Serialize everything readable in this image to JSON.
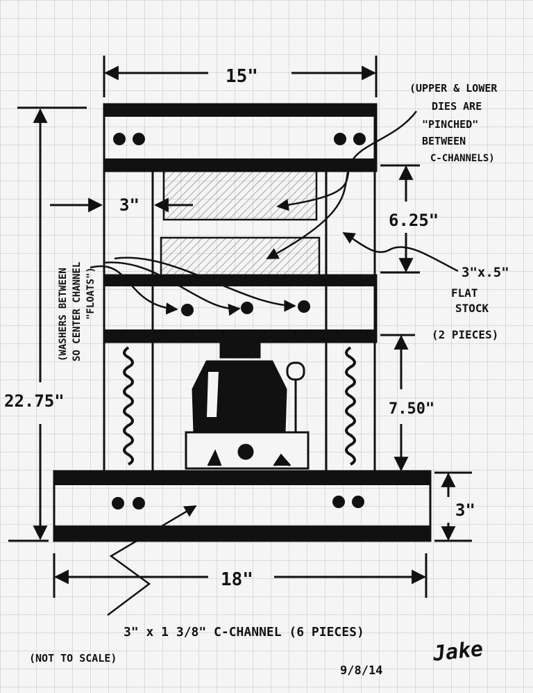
{
  "dimensions": {
    "top_width": "15\"",
    "inner_offset": "3\"",
    "die_gap": "6.25\"",
    "jack_gap": "7.50\"",
    "overall_height": "22.75\"",
    "base_height": "3\"",
    "base_width": "18\""
  },
  "notes": {
    "dies_line1": "(UPPER & LOWER",
    "dies_line2": "DIES ARE",
    "dies_line3": "\"PINCHED\"",
    "dies_line4": "BETWEEN",
    "dies_line5": "C-CHANNELS)",
    "washers_line1": "(WASHERS BETWEEN",
    "washers_line2": "SO CENTER CHANNEL",
    "washers_line3": "\"FLOATS\")",
    "flat_line1": "3\"x.5\"",
    "flat_line2": "FLAT",
    "flat_line3": "STOCK",
    "flat_line4": "(2 PIECES)",
    "channel_spec": "3\" x 1 3/8\" C-CHANNEL (6 PIECES)",
    "scale_note": "(NOT TO SCALE)",
    "date": "9/8/14",
    "signature": "Jake"
  },
  "colors": {
    "paper": "#f4f5f4",
    "grid": "#b9c3cc",
    "ink": "#111111",
    "die_fill": "#dcdcdc"
  }
}
